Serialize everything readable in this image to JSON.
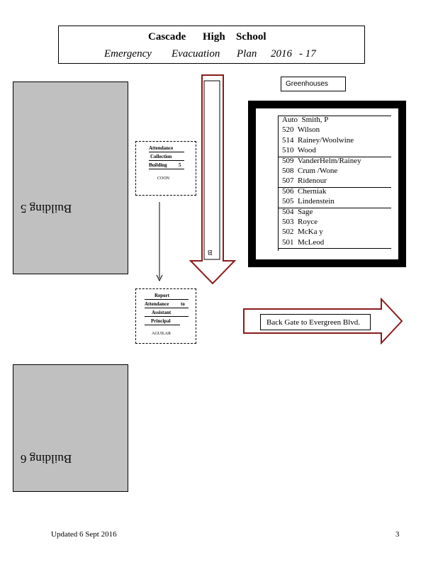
{
  "header": {
    "school_words": [
      "Cascade",
      "High",
      "School"
    ],
    "plan_words": [
      "Emergency",
      "Evacuation",
      "Plan",
      "2016",
      "- 17"
    ]
  },
  "buildings": {
    "building5": "Building 5",
    "building6": "Building 6"
  },
  "attendance_collection": {
    "line1": "Attendance",
    "line2": "Collection",
    "line3_a": "Building",
    "line3_b": "5",
    "name": "COON"
  },
  "report_box": {
    "line1": "Report",
    "line2_a": "Attendance",
    "line2_b": "to",
    "line3": "Assistant",
    "line4": "Principal",
    "name": "AGUILAR"
  },
  "arrow_label": "B",
  "greenhouses": "Greenhouses",
  "rooms": [
    {
      "num": "Auto",
      "name": "Smith,   P"
    },
    {
      "num": "520",
      "name": "Wilson"
    },
    {
      "num": "514",
      "name": "Rainey/Woolwine"
    },
    {
      "num": "510",
      "name": "Wood"
    },
    {
      "num": "509",
      "name": "VanderHelm/Rainey"
    },
    {
      "num": "508",
      "name": "Crum   /Wone"
    },
    {
      "num": "507",
      "name": "Ridenour"
    },
    {
      "num": "506",
      "name": "Cherniak"
    },
    {
      "num": "505",
      "name": "Lindenstein"
    },
    {
      "num": "504",
      "name": "Sage"
    },
    {
      "num": "503",
      "name": "Royce"
    },
    {
      "num": "502",
      "name": "McKa   y"
    },
    {
      "num": "501",
      "name": "McLeod"
    }
  ],
  "gate": "Back   Gate   to Evergreen     Blvd.",
  "footer": {
    "updated": "Updated    6 Sept   2016",
    "page": "3"
  },
  "colors": {
    "arrow_outline": "#8b1a1a",
    "building_fill": "#c0c0c0"
  }
}
